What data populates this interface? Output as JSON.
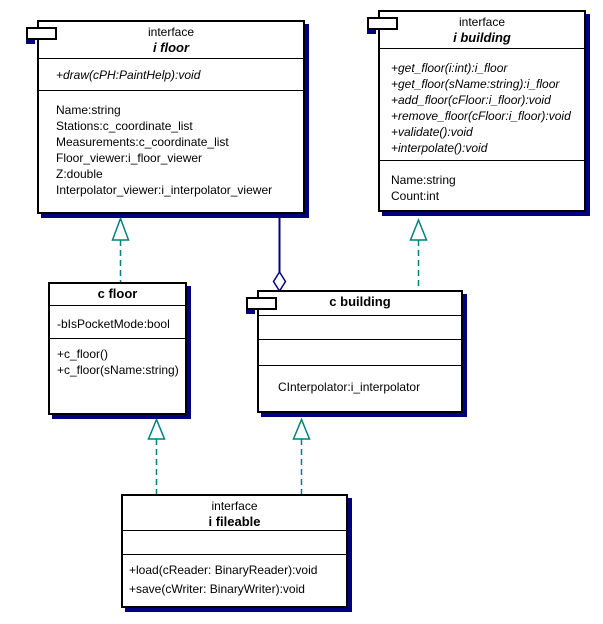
{
  "diagram_type": "uml-class-diagram",
  "colors": {
    "background": "#ffffff",
    "box_fill": "#ffffff",
    "box_border": "#000000",
    "box_shadow": "#000080",
    "realization_line": "#008080",
    "aggregation_line": "#000080"
  },
  "boxes": {
    "i_floor": {
      "stereotype": "interface",
      "name": "i floor",
      "operations": [
        "+draw(cPH:PaintHelp):void"
      ],
      "attributes": [
        "Name:string",
        "Stations:c_coordinate_list",
        "Measurements:c_coordinate_list",
        "Floor_viewer:i_floor_viewer",
        "Z:double",
        "Interpolator_viewer:i_interpolator_viewer"
      ]
    },
    "i_building": {
      "stereotype": "interface",
      "name": "i building",
      "operations": [
        "+get_floor(i:int):i_floor",
        "+get_floor(sName:string):i_floor",
        "+add_floor(cFloor:i_floor):void",
        "+remove_floor(cFloor:i_floor):void",
        "+validate():void",
        "+interpolate():void"
      ],
      "attributes": [
        "Name:string",
        "Count:int"
      ]
    },
    "c_floor": {
      "name": "c floor",
      "attributes": [
        "-bIsPocketMode:bool"
      ],
      "operations": [
        "+c_floor()",
        "+c_floor(sName:string)"
      ]
    },
    "c_building": {
      "name": "c building",
      "attributes": [
        "CInterpolator:i_interpolator"
      ]
    },
    "i_fileable": {
      "stereotype": "interface",
      "name": "i fileable",
      "operations": [
        "+load(cReader: BinaryReader):void",
        "+save(cWriter: BinaryWriter):void"
      ]
    }
  },
  "relationships": [
    {
      "type": "realization",
      "from": "c floor",
      "to": "i floor"
    },
    {
      "type": "realization",
      "from": "c building",
      "to": "i building"
    },
    {
      "type": "realization",
      "from": "i fileable",
      "to": "c floor"
    },
    {
      "type": "realization",
      "from": "i fileable",
      "to": "c building"
    },
    {
      "type": "aggregation",
      "whole": "c building",
      "part": "i floor"
    }
  ]
}
